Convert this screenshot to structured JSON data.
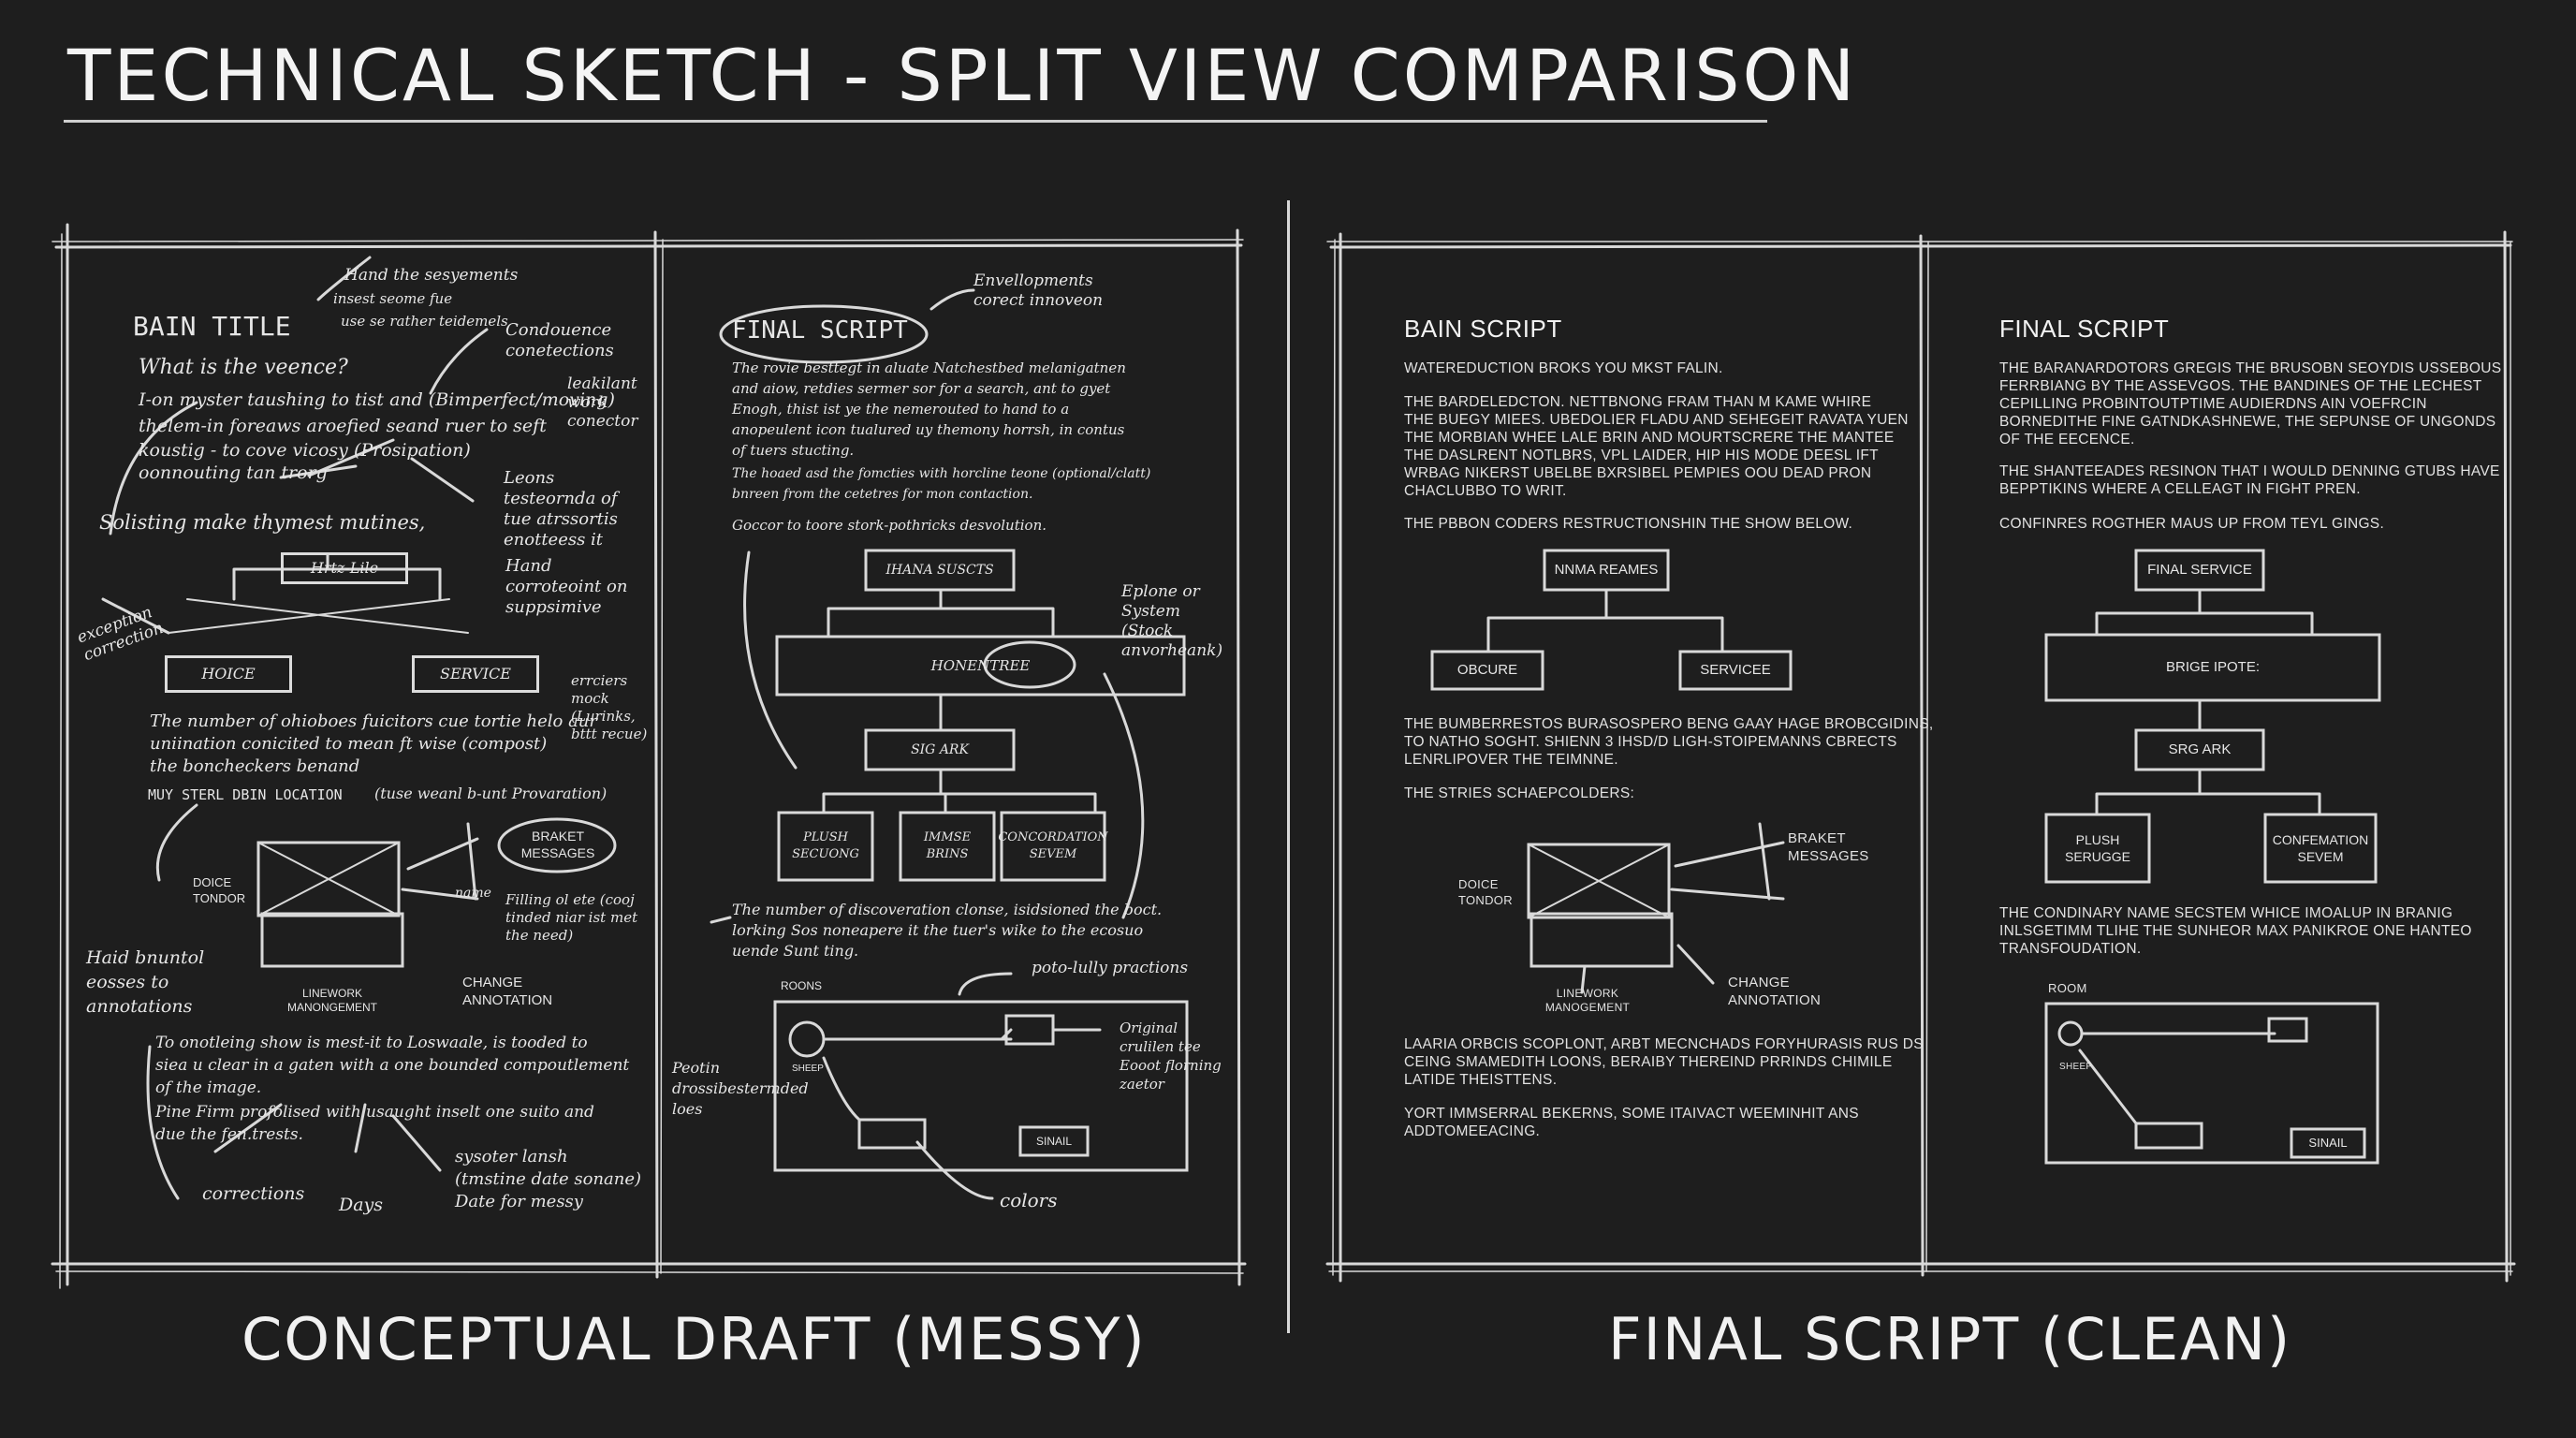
{
  "title": "TECHNICAL SKETCH - SPLIT VIEW COMPARISON",
  "captions": {
    "left": "CONCEPTUAL DRAFT (MESSY)",
    "right": "FINAL SCRIPT (CLEAN)"
  },
  "draft": {
    "page1": {
      "heading": "BAIN TITLE",
      "question": "What is the veence?",
      "notes_top": [
        "Hand the sesyements",
        "insest seome fue",
        "use se rather teidemels",
        "Condouence conetections",
        "leakilant work conector"
      ],
      "body_lines": [
        "I-on myster taushing to tist and (Bimperfect/moving)",
        "thelem-in foreaws aroefied seand ruer to seft",
        "koustig - to cove vicosy (Prosipation)",
        "oonnouting tan trorg"
      ],
      "side_note": "Leons testeornda of tue atrssortis enotteess it",
      "line2": "Solisting make thymest mutines,",
      "node_top": "Hrtz-Lile",
      "node_left": "HOICE",
      "node_right": "SERVICE",
      "note_hand": "Hand corroteoint on suppsimive",
      "note_exception": "exception correction",
      "note_errors": "errciers mock (Lurinks, bttt recue)",
      "para1": [
        "The number of ohioboes fuicitors cue tortie helo aur",
        "uniination conicited to mean ft wise (compost)",
        "the boncheckers benand"
      ],
      "strikeline": "MUY STERL DBIN LOCATION",
      "strike_note": "(tuse weanl b-unt Provaration)",
      "bracket_label": "BRAKET MESSAGES",
      "doice": "DOICE TONDOR",
      "nami": "name",
      "filling": "Filling ol ete (cooj tinded niar ist met the need)",
      "change": "CHANGE ANNOTATION",
      "linework": "LINEWORK MANONGEMENT",
      "hand_bounded": "Haid bnuntol eosses to annotations",
      "para2": [
        "To onotleing show is mest-it to Loswaale, is tooded to",
        "siea u clear in a gaten with a one bounded compoutlement",
        "of the image."
      ],
      "para3": [
        "Pine Firm profolised with usaught inselt one suito and",
        "due the fen.trests."
      ],
      "corrections": "corrections",
      "days": "Days",
      "sysoter": "sysoter lansh (tmstine date sonane) Date for messy"
    },
    "page2": {
      "heading": "FINAL SCRIPT",
      "envelopments": "Envellopments corect innoveon",
      "para1": [
        "The rovie besttegt in aluate Natchestbed melanigatnen",
        "and aiow, retdies sermer sor for a search, ant to gyet",
        "Enogh, thist ist ye the nemerouted to hand to a",
        "anopeulent icon tualured uy themony horrsh, in contus",
        "of tuers stucting."
      ],
      "para2": [
        "The hoaed asd the fomcties with horcline teone (optional/clatt)",
        "bnreen from the cetetres for mon contaction."
      ],
      "goccor": "Goccor to toore stork-pothricks desvolution.",
      "node_top": "IHANA SUSCTS",
      "node_wide": "HONENTREE",
      "eplone": "Eplone or System (Stock anvorheank)",
      "node_mid": "SIG ARK",
      "nodes_bottom": [
        "PLUSH SECUONG",
        "IMMSE BRINS",
        "CONCORDATION SEVEM"
      ],
      "para3": [
        "The number of discoveration clonse, isidsioned the boct.",
        "lorking Sos noneapere it the tuer's wike to the ecosuo",
        "uende Sunt ting."
      ],
      "rooms": "ROONS",
      "poto": "poto-lully practions",
      "original": "Original crulilen tee Eooot florning zaetor",
      "peotin": "Peotin drossibestermded loes",
      "sheep": "SHEEP",
      "signal": "SINAIL",
      "colors": "colors"
    }
  },
  "final": {
    "page1": {
      "heading": "BAIN SCRIPT",
      "lines_a": [
        "WATEREDUCTION BROKS YOU MKST FALIN."
      ],
      "lines_b": [
        "THE BARDELEDCTON. NETTBNONG FRAM THAN M KAME WHIRE",
        "THE BUEGY MIEES. UBEDOLIER FLADU AND SEHEGEIT RAVATA YUEN",
        "THE MORBIAN WHEE LALE BRIN AND MOURTSCRERE THE MANTEE",
        "THE DASLRENT NOTLBRS, VPL LAIDER, HIP HIS MODE DEESL IFT",
        "WRBAG NIKERST UBELBE BXRSIBEL PEMPIES OOU DEAD PRON",
        "CHACLUBBO TO WRIT."
      ],
      "lines_c": [
        "THE PBBON CODERS RESTRUCTIONSHIN THE SHOW BELOW."
      ],
      "node_top": "NNMA REAMES",
      "node_left": "OBCURE",
      "node_right": "SERVICEE",
      "lines_d": [
        "THE BUMBERRESTOS BURASOSPERO BENG GAAY HAGE BROBCGIDINS,",
        "TO NATHO SOGHT. SHIENN 3 IHSD/D LIGH-STOIPEMANNS CBRECTS",
        "LENRLIPOVER THE TEIMNNE."
      ],
      "lines_e": [
        "THE STRIES SCHAEPCOLDERS:"
      ],
      "bracket_label": "BRAKET MESSAGES",
      "doice": "DOICE TONDOR",
      "change": "CHANGE ANNOTATION",
      "linework": "LINEWORK MANOGEMENT",
      "lines_f": [
        "LAARIA ORBCIS SCOPLONT, ARBT MECNCHADS FORYHURASIS RUS DS",
        "CEING SMAMEDITH LOONS, BERAIBY THEREIND PRRINDS CHIMILE",
        "LATIDE THEISTTENS."
      ],
      "lines_g": [
        "YORT IMMSERRAL BEKERNS, SOME ITAIVACT WEEMINHIT ANS",
        "ADDTOMEEACING."
      ]
    },
    "page2": {
      "heading": "FINAL SCRIPT",
      "lines_a": [
        "THE BARANARDOTORS GREGIS THE BRUSOBN SEOYDIS USSEBOUS",
        "FERRBIANG BY THE ASSEVGOS. THE BANDINES OF THE LECHEST",
        "CEPILLING PROBINTOUTPTIME AUDIERDNS AIN VOEFRCIN",
        "BORNEDITHE FINE GATNDKASHNEWE, THE SEPUNSE OF UNGONDS",
        "OF THE EECENCE."
      ],
      "lines_b": [
        "THE SHANTEEADES RESINON THAT I WOULD DENNING GTUBS HAVE",
        "BEPPTIKINS WHERE A CELLEAGT IN FIGHT PREN."
      ],
      "lines_c": [
        "CONFINRES ROGTHER MAUS UP FROM TEYL GINGS."
      ],
      "node_top": "FINAL SERVICE",
      "node_wide": "BRIGE IPOTE:",
      "node_mid": "SRG ARK",
      "nodes_bottom": [
        "PLUSH SERUGGE",
        "CONFEMATION SEVEM"
      ],
      "lines_d": [
        "THE CONDINARY NAME SECSTEM WHICE IMOALUP IN BRANIG",
        "INLSGETIMM TLIHE THE SUNHEOR MAX PANIKROE ONE HANTEO",
        "TRANSFOUDATION."
      ],
      "rooms": "ROOM",
      "sheep": "SHEEP",
      "signal": "SINAIL"
    }
  }
}
